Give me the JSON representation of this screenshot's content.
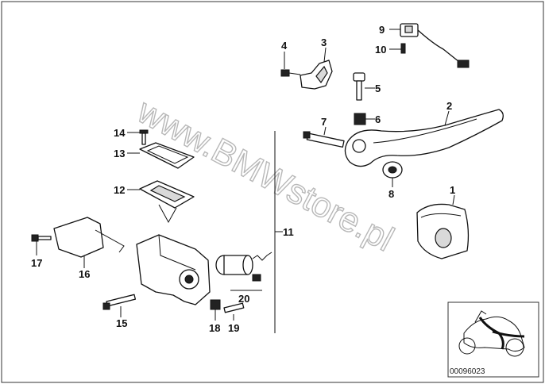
{
  "watermark": "www.BMWstore.pl",
  "image_code": "00096023",
  "callouts": [
    "1",
    "2",
    "3",
    "4",
    "5",
    "6",
    "7",
    "8",
    "9",
    "10",
    "11",
    "12",
    "13",
    "14",
    "15",
    "16",
    "17",
    "18",
    "19",
    "20"
  ]
}
